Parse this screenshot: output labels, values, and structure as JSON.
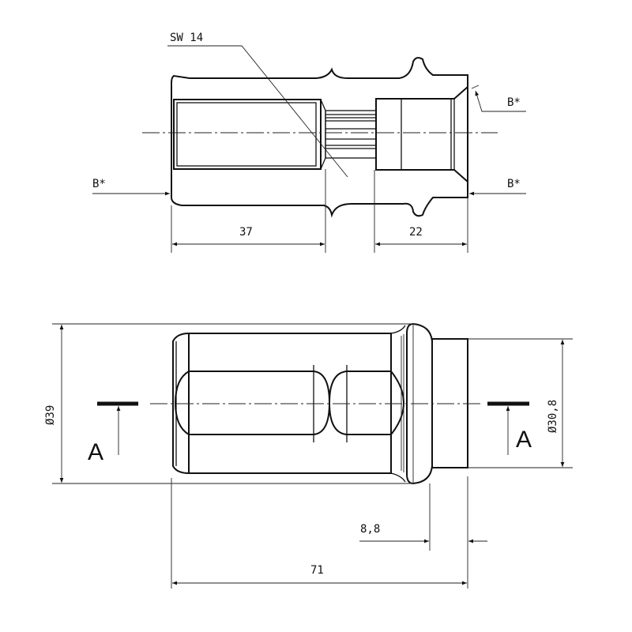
{
  "drawing": {
    "top_view": {
      "wrench_label": "SW 14",
      "section_marker_left": "B*",
      "section_marker_right_top": "B*",
      "section_marker_right_bottom": "B*",
      "dim_left_length": "37",
      "dim_right_length": "22"
    },
    "bottom_view": {
      "dim_outer_diameter": "Ø39",
      "dim_shoulder_diameter": "Ø30,8",
      "section_label_left": "A",
      "section_label_right": "A",
      "dim_shoulder_length": "8,8",
      "dim_total_length": "71"
    }
  }
}
